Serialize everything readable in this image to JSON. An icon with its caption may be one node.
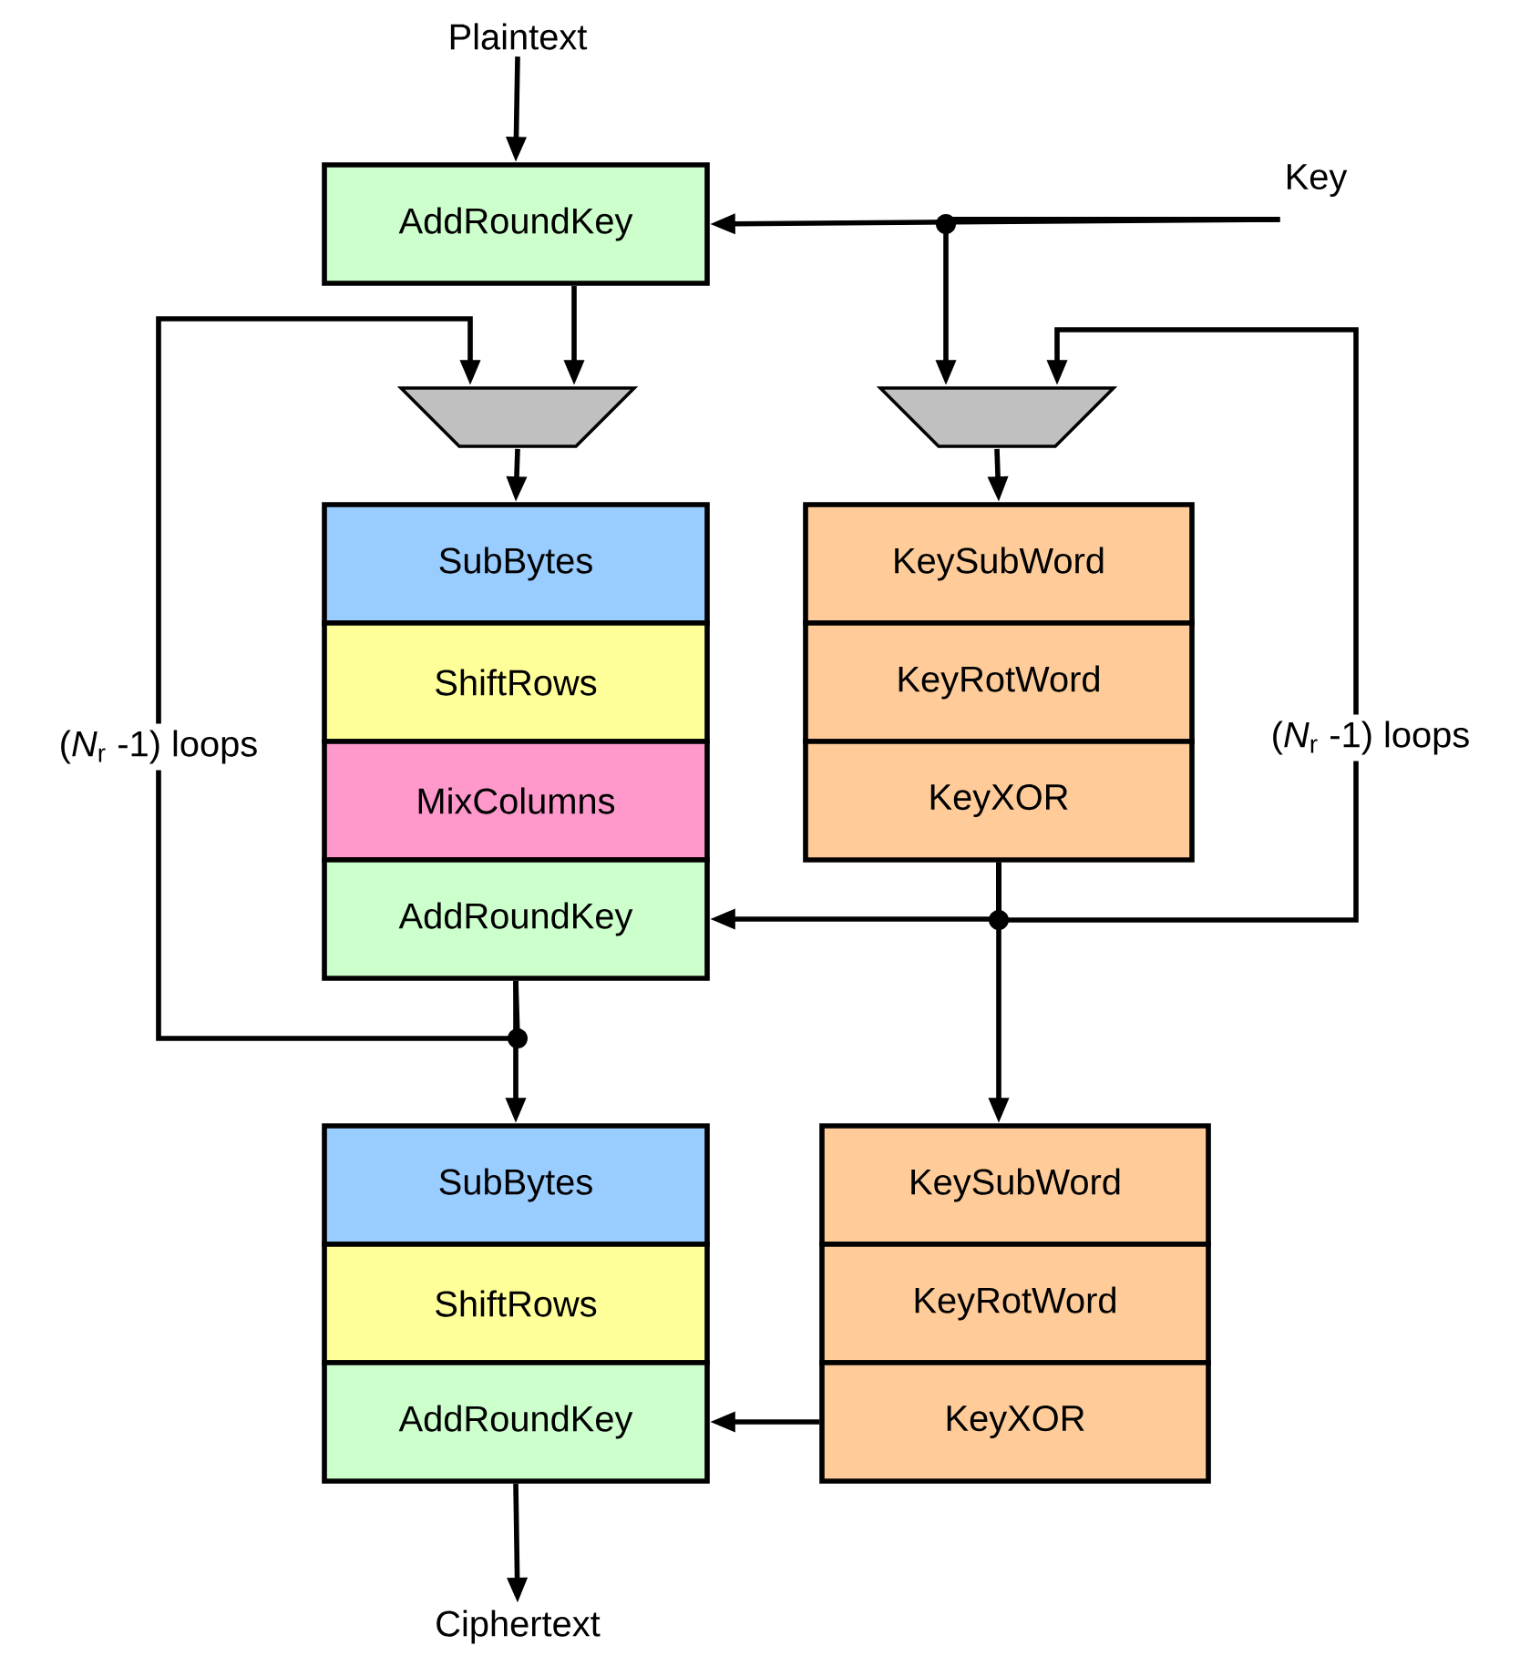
{
  "diagram": {
    "nodes": [
      {
        "text": [
          "Plaintext"
        ]
      },
      {
        "text": [
          "AddRoundKey"
        ]
      },
      {
        "text": [
          "Key"
        ]
      },
      {
        "text": [],
        "shape": "trapezoid"
      },
      {
        "text": [],
        "shape": "trapezoid"
      },
      {
        "text": [
          "SubBytes"
        ]
      },
      {
        "text": [
          "ShiftRows"
        ]
      },
      {
        "text": [
          "MixColumns"
        ]
      },
      {
        "text": [
          "AddRoundKey"
        ]
      },
      {
        "text": [
          "KeySubWord"
        ]
      },
      {
        "text": [
          "KeyRotWord"
        ]
      },
      {
        "text": [
          "KeyXOR"
        ]
      },
      {
        "text": [
          "SubBytes"
        ]
      },
      {
        "text": [
          "ShiftRows"
        ]
      },
      {
        "text": [
          "AddRoundKey"
        ]
      },
      {
        "text": [
          "KeySubWord"
        ]
      },
      {
        "text": [
          "KeyRotWord"
        ]
      },
      {
        "text": [
          "KeyXOR"
        ]
      },
      {
        "text": [
          "Ciphertext"
        ]
      }
    ],
    "edges": [
      {
        "from": 0,
        "to": 1,
        "arrow": "to"
      },
      {
        "from": 2,
        "to": 1,
        "arrow": "to"
      },
      {
        "from": 2,
        "to": 4,
        "arrow": "to"
      },
      {
        "from": 1,
        "to": 3,
        "arrow": "to"
      },
      {
        "from": 3,
        "to": 5,
        "arrow": "to"
      },
      {
        "from": 4,
        "to": 9,
        "arrow": "to"
      },
      {
        "from": 8,
        "to": 3,
        "arrow": "to",
        "label": "(*N*$_{r}$ -1) loops"
      },
      {
        "from": 8,
        "to": 12,
        "arrow": "to"
      },
      {
        "from": 11,
        "to": 8,
        "arrow": "to"
      },
      {
        "from": 11,
        "to": 4,
        "arrow": "to",
        "label": "(*N*$_{r}$ -1) loops"
      },
      {
        "from": 11,
        "to": 15,
        "arrow": "to"
      },
      {
        "from": 17,
        "to": 14,
        "arrow": "to"
      },
      {
        "from": 14,
        "to": 18,
        "arrow": "to"
      }
    ]
  }
}
